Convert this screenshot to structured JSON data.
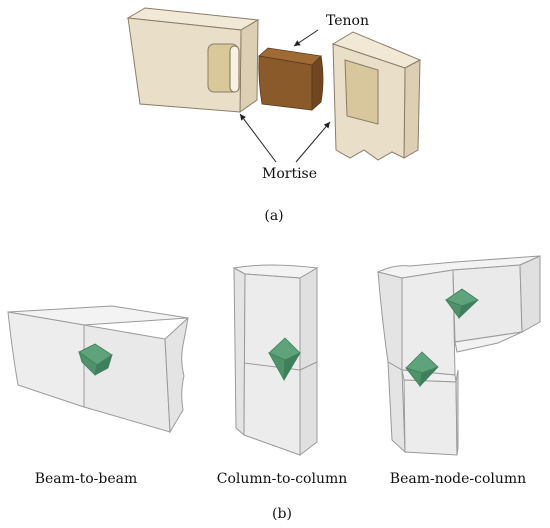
{
  "panel_a": {
    "labels": {
      "tenon": "Tenon",
      "mortise": "Mortise"
    },
    "caption": "(a)"
  },
  "panel_b": {
    "captions": [
      "Beam-to-beam",
      "Column-to-column",
      "Beam-node-column"
    ],
    "caption": "(b)"
  },
  "colors": {
    "wood_face_light": "#ece3cf",
    "wood_face_mid": "#e2d6bc",
    "wood_edge": "#8a7d68",
    "tenon_brown": "#8a5a2b",
    "tenon_top": "#a06a35",
    "glass_face": "#eeeeee",
    "glass_edge": "#9a9a9a",
    "node_green": "#5ea37c",
    "node_green_dark": "#3f7f5b"
  }
}
